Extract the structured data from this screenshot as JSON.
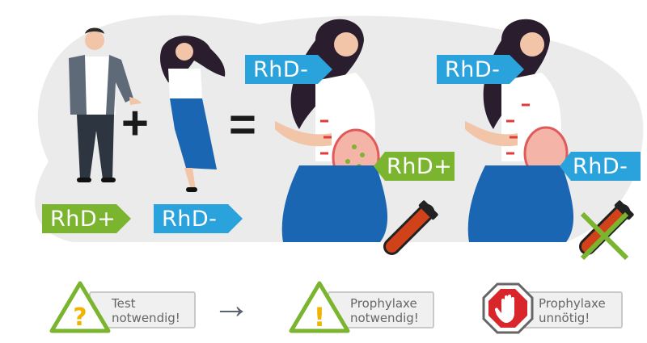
{
  "colors": {
    "green": "#7bb52f",
    "blue": "#2aa3dc",
    "dress_blue": "#1a66b2",
    "gray_bg": "#ebebeb",
    "tube_red": "#d2421a",
    "stop_red": "#d9262b"
  },
  "labels": {
    "father": "RhD+",
    "mother": "RhD-",
    "pregnant1_mother": "RhD-",
    "pregnant1_fetus": "RhD+",
    "pregnant2_mother": "RhD-",
    "pregnant2_fetus": "RhD-"
  },
  "operators": {
    "plus": "+",
    "equals": "="
  },
  "steps": [
    {
      "icon": "warning-question-icon",
      "line1": "Test",
      "line2": "notwendig!"
    },
    {
      "icon": "warning-exclamation-icon",
      "line1": "Prophylaxe",
      "line2": "notwendig!"
    },
    {
      "icon": "stop-hand-icon",
      "line1": "Prophylaxe",
      "line2": "unnötig!"
    }
  ],
  "arrow": "→"
}
